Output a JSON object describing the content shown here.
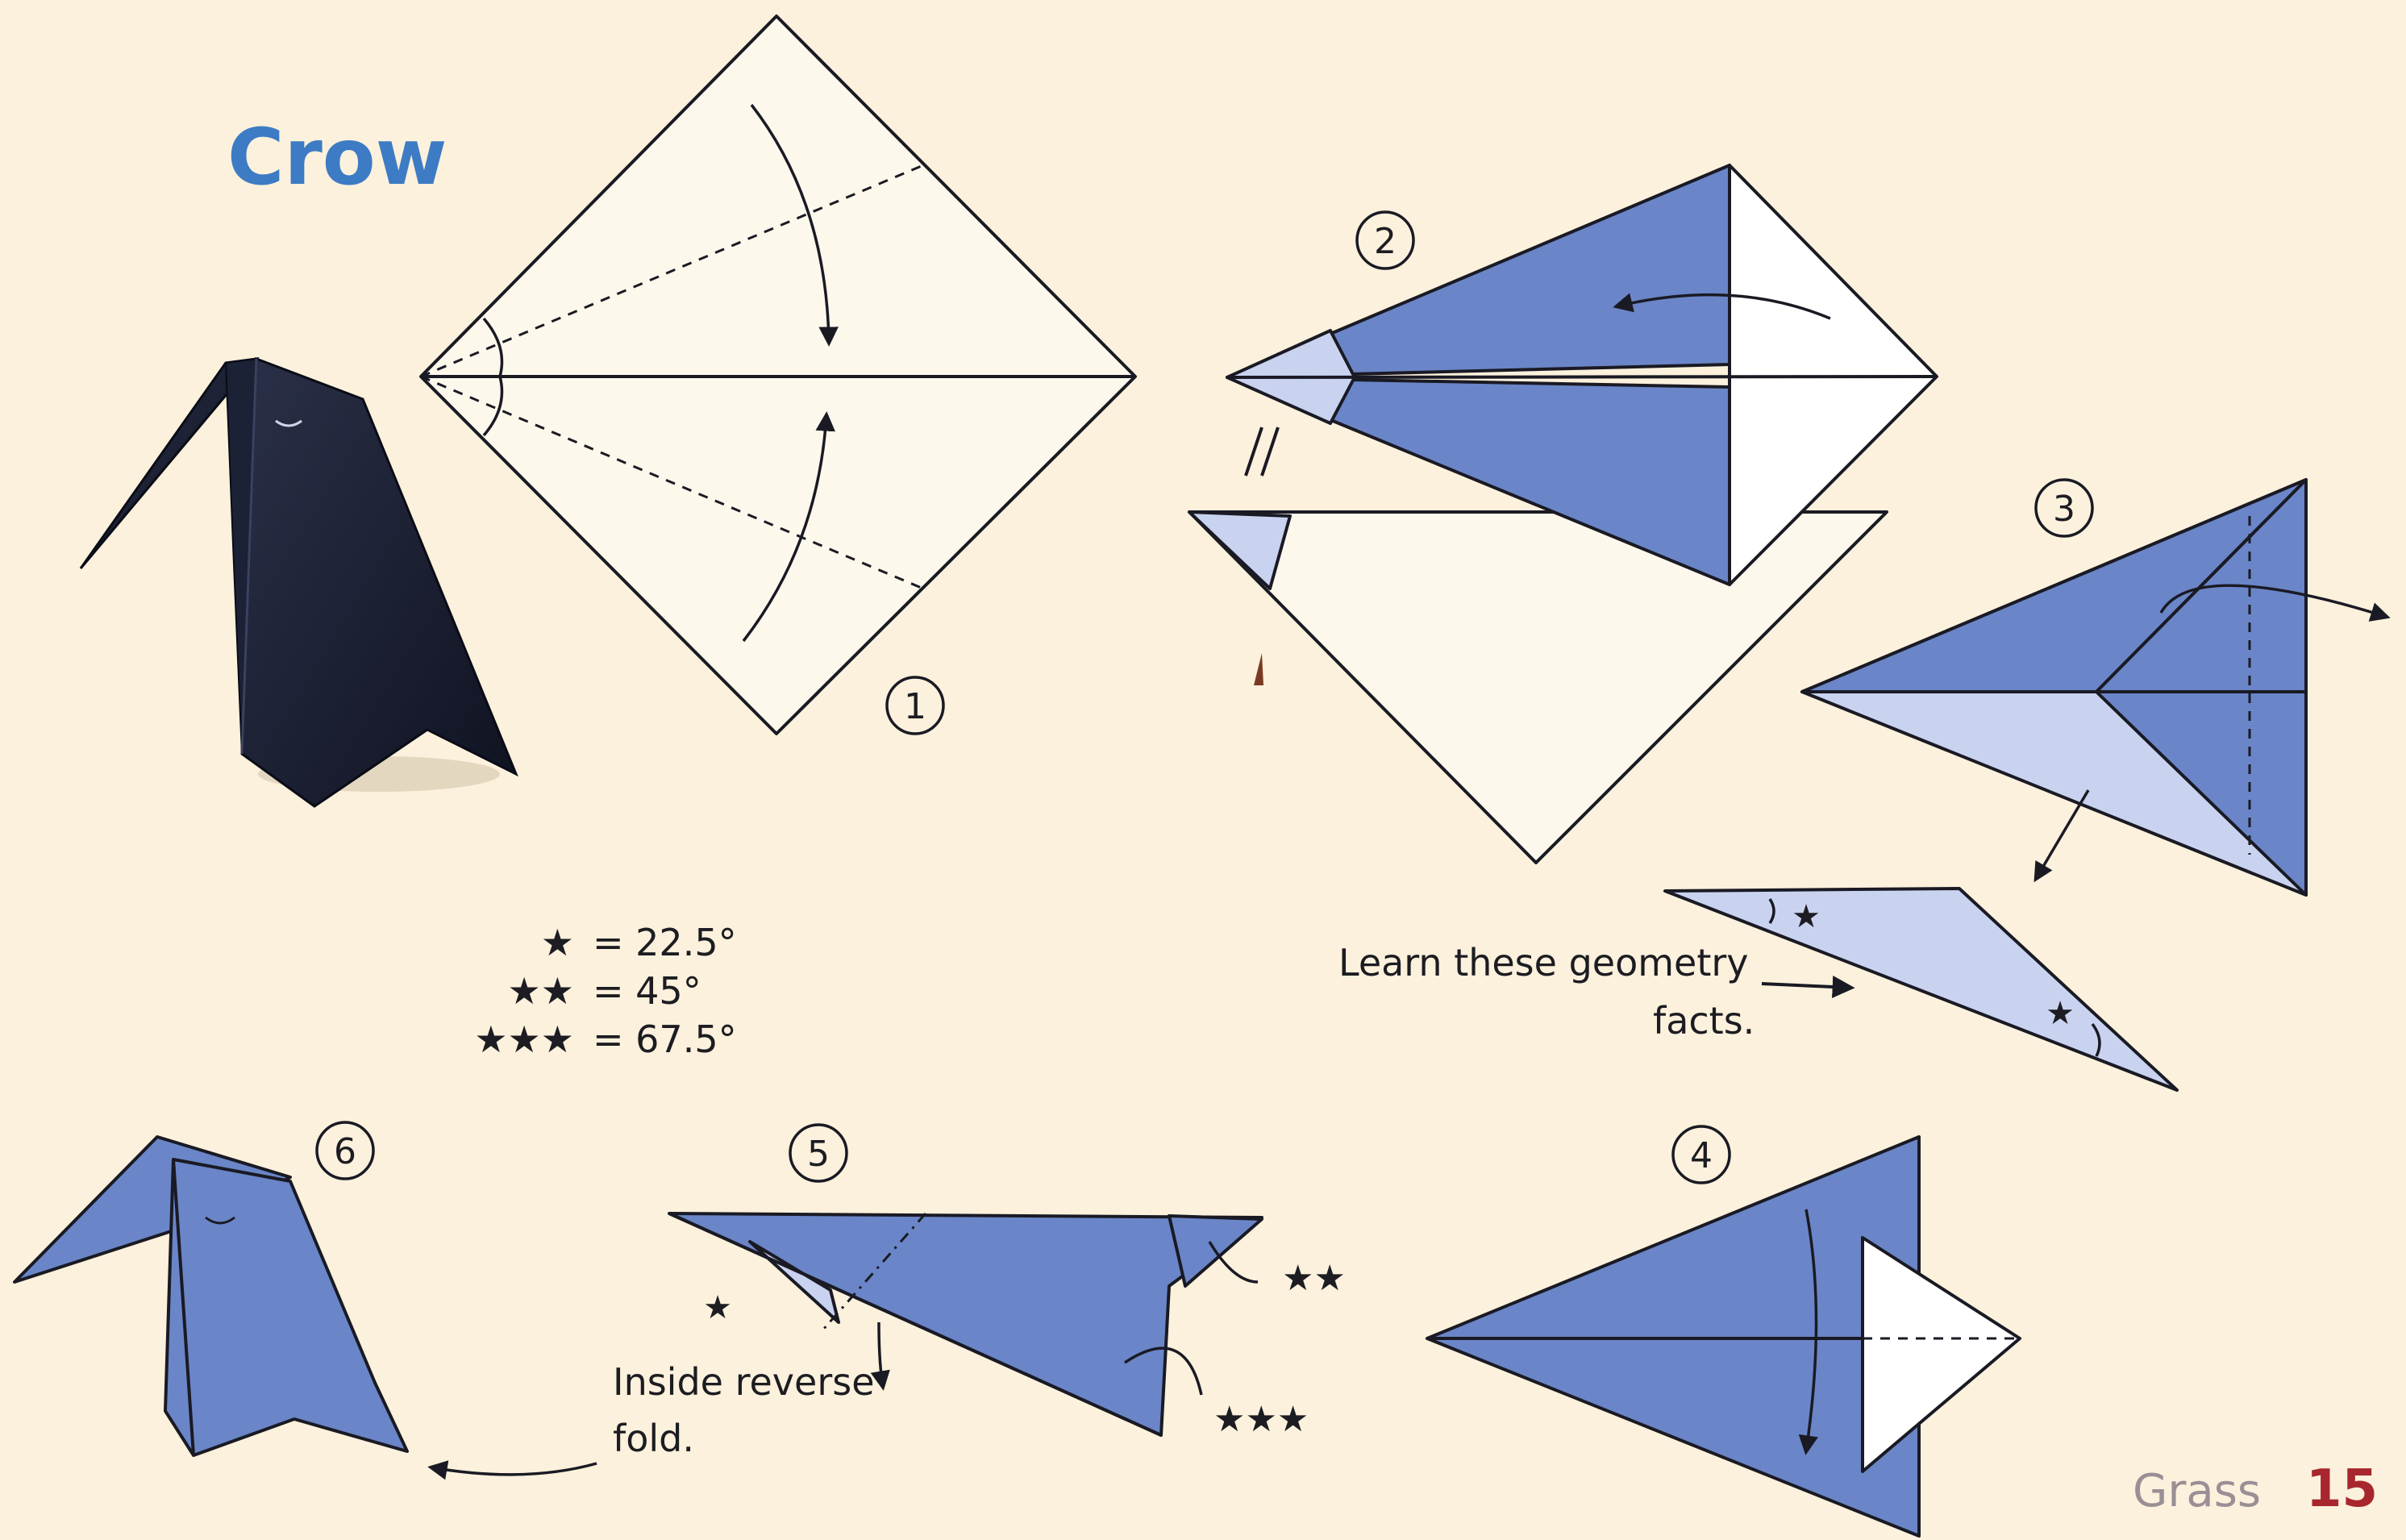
{
  "title": "Crow",
  "steps": [
    "1",
    "2",
    "3",
    "4",
    "5",
    "6"
  ],
  "legend": [
    {
      "stars": "★",
      "value": "= 22.5°"
    },
    {
      "stars": "★★",
      "value": "= 45°"
    },
    {
      "stars": "★★★",
      "value": "= 67.5°"
    }
  ],
  "annotations": {
    "geometry_line1": "Learn these geometry",
    "geometry_line2": "facts.",
    "reverse_line1": "Inside reverse",
    "reverse_line2": "fold.",
    "star1": "★",
    "star2": "★★",
    "star3": "★★★",
    "tri_star_a": "★",
    "tri_star_b": "★"
  },
  "footer": {
    "section": "Grass",
    "page": "15"
  },
  "colors": {
    "paper_blue": "#6a86c8",
    "pale_blue": "#c9d3f0",
    "title_blue": "#3d7bc4",
    "page_red": "#a8262e",
    "crow_black": "#15192a"
  }
}
